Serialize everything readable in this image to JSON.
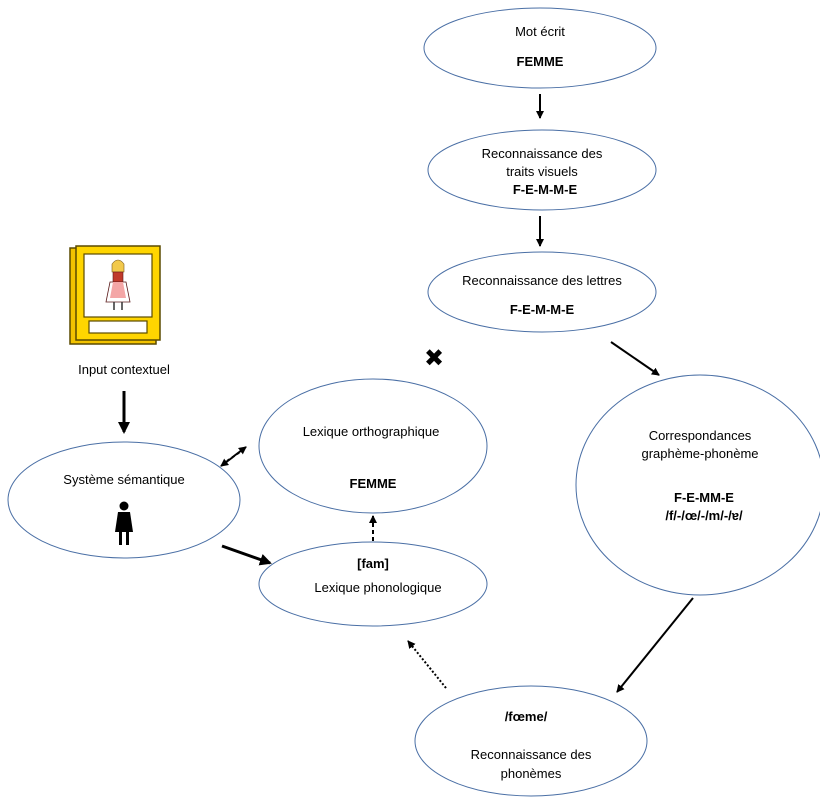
{
  "nodes": {
    "mot_ecrit": {
      "label": "Mot écrit",
      "value": "FEMME"
    },
    "traits_visuels": {
      "label_line1": "Reconnaissance des",
      "label_line2": "traits visuels",
      "value": "F-E-M-M-E"
    },
    "lettres": {
      "label": "Reconnaissance des lettres",
      "value": "F-E-M-M-E"
    },
    "correspondances": {
      "label_line1": "Correspondances",
      "label_line2": "graphème-phonème",
      "value_line1": "F-E-MM-E",
      "value_line2": "/f/-/œ/-/m/-/ɐ/"
    },
    "phonemes": {
      "value": "/fœme/",
      "label_line1": "Reconnaissance des",
      "label_line2": "phonèmes"
    },
    "lexique_phonologique": {
      "value": "[fam]",
      "label": "Lexique phonologique"
    },
    "lexique_orthographique": {
      "label": "Lexique orthographique",
      "value": "FEMME"
    },
    "systeme_semantique": {
      "label": "Système sémantique",
      "icon": "woman-silhouette-icon"
    },
    "input_contextuel": {
      "label": "Input contextuel",
      "icon": "picture-card-icon"
    }
  },
  "symbols": {
    "blocked": "✖"
  },
  "colors": {
    "ellipse_stroke": "#4a6fa5",
    "card_frame": "#f2c200",
    "card_border": "#5a4a00"
  }
}
